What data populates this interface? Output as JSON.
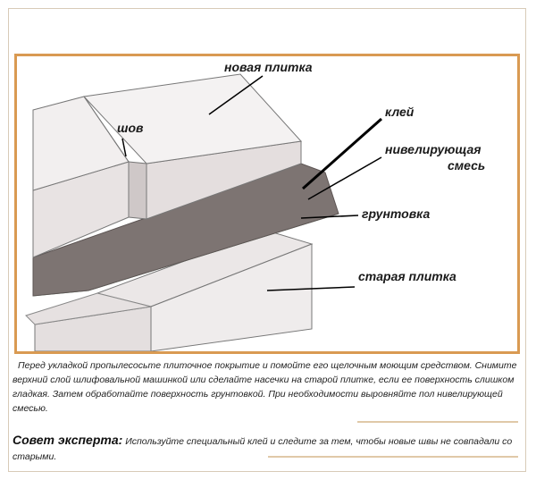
{
  "labels": {
    "new_tile": "новая плитка",
    "seam": "шов",
    "glue": "клей",
    "leveling_1": "нивелирующая",
    "leveling_2": "смесь",
    "primer": "грунтовка",
    "old_tile": "старая плитка"
  },
  "caption": "Перед укладкой пропылесосьте плиточное покрытие и помойте его щелочным моющим средством. Снимите верхний слой шлифовальной машинкой или сделайте насечки на старой плитке, если ее поверхность слишком гладкая. Затем обработайте поверхность грунтовкой. При необходимости выровняйте пол нивелирующей смесью.",
  "tip": {
    "heading": "Совет эксперта:",
    "text": "Используйте специальный клей и следите за тем, чтобы новые швы не совпадали со старыми."
  },
  "colors": {
    "frame_border": "#d99a52",
    "glue_layer": "#7d7472",
    "primer_layer": "#93c29c",
    "tile_face": "#f1eeee",
    "tile_side": "#e2dcdc",
    "outline": "#777777"
  }
}
